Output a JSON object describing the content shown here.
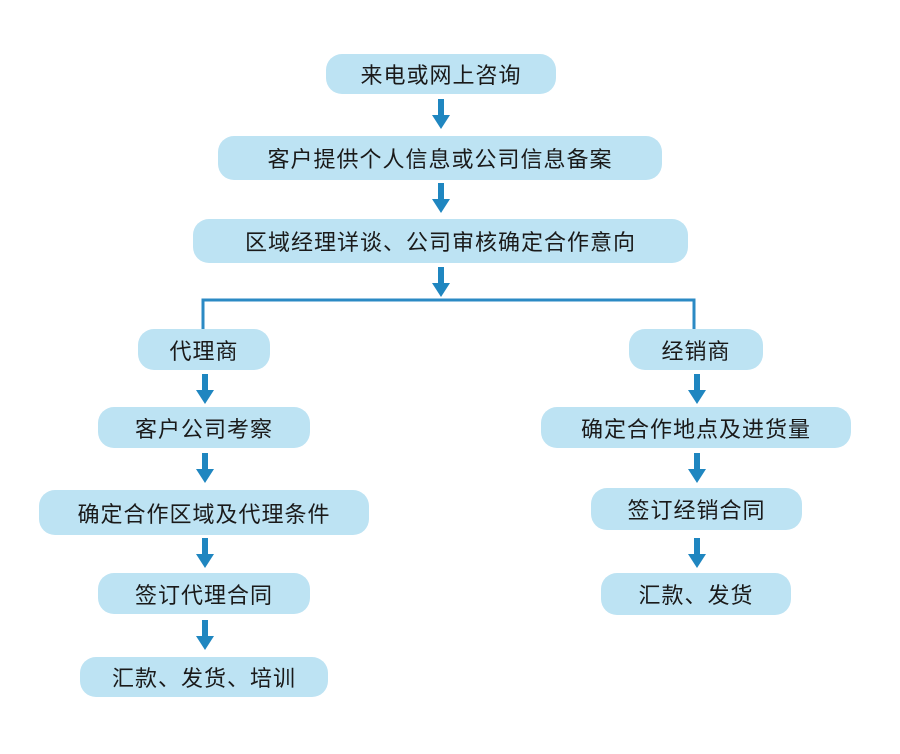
{
  "flow": {
    "start": "来电或网上咨询",
    "step2": "客户提供个人信息或公司信息备案",
    "step3": "区域经理详谈、公司审核确定合作意向",
    "agent": {
      "title": "代理商",
      "steps": [
        "客户公司考察",
        "确定合作区域及代理条件",
        "签订代理合同",
        "汇款、发货、培训"
      ]
    },
    "dealer": {
      "title": "经销商",
      "steps": [
        "确定合作地点及进货量",
        "签订经销合同",
        "汇款、发货"
      ]
    }
  },
  "colors": {
    "box_fill": "#bde3f3",
    "arrow": "#1f86c0",
    "connector": "#2b8ac4"
  }
}
